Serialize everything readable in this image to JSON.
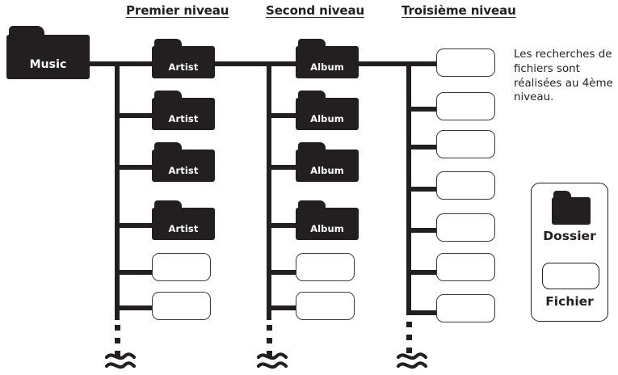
{
  "diagram": {
    "title_language": "fr",
    "root": {
      "label": "Music",
      "type": "folder"
    },
    "headers": [
      {
        "id": "level1",
        "label": "Premier niveau"
      },
      {
        "id": "level2",
        "label": "Second niveau"
      },
      {
        "id": "level3",
        "label": "Troisième niveau"
      }
    ],
    "columns": [
      {
        "id": "level1",
        "header": "Premier niveau",
        "nodes": [
          {
            "type": "folder",
            "label": "Artist"
          },
          {
            "type": "folder",
            "label": "Artist"
          },
          {
            "type": "folder",
            "label": "Artist"
          },
          {
            "type": "folder",
            "label": "Artist"
          },
          {
            "type": "file",
            "label": ""
          },
          {
            "type": "file",
            "label": ""
          }
        ],
        "continues": true
      },
      {
        "id": "level2",
        "header": "Second niveau",
        "nodes": [
          {
            "type": "folder",
            "label": "Album"
          },
          {
            "type": "folder",
            "label": "Album"
          },
          {
            "type": "folder",
            "label": "Album"
          },
          {
            "type": "folder",
            "label": "Album"
          },
          {
            "type": "file",
            "label": ""
          },
          {
            "type": "file",
            "label": ""
          }
        ],
        "continues": true
      },
      {
        "id": "level3",
        "header": "Troisième niveau",
        "nodes": [
          {
            "type": "file",
            "label": ""
          },
          {
            "type": "file",
            "label": ""
          },
          {
            "type": "file",
            "label": ""
          },
          {
            "type": "file",
            "label": ""
          },
          {
            "type": "file",
            "label": ""
          },
          {
            "type": "file",
            "label": ""
          },
          {
            "type": "file",
            "label": ""
          }
        ],
        "continues": true
      }
    ],
    "annotation": "Les recherches de fichiers sont réalisées au 4ème niveau.",
    "legend": {
      "folder_label": "Dossier",
      "file_label": "Fichier"
    },
    "colors": {
      "ink": "#231f20",
      "paper": "#ffffff",
      "file_border": "#3a3a3a"
    }
  }
}
